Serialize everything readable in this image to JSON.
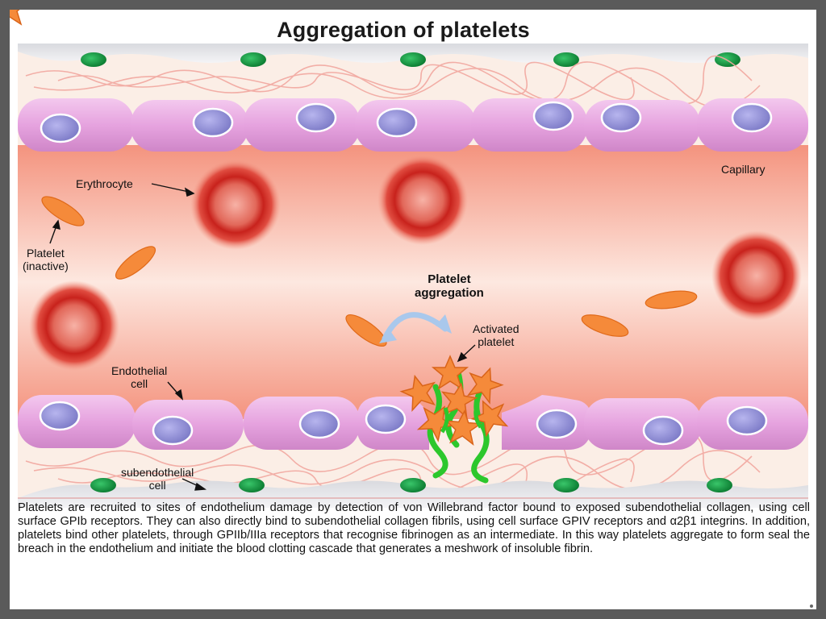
{
  "title": "Aggregation of platelets",
  "labels": {
    "capillary": "Capillary",
    "erythrocyte": "Erythrocyte",
    "platelet_inactive_1": "Platelet",
    "platelet_inactive_2": "(inactive)",
    "platelet_aggregation_1": "Platelet",
    "platelet_aggregation_2": "aggregation",
    "activated_platelet_1": "Activated",
    "activated_platelet_2": "platelet",
    "endothelial_cell_1": "Endothelial",
    "endothelial_cell_2": "cell",
    "subendothelial_cell_1": "subendothelial",
    "subendothelial_cell_2": "cell"
  },
  "caption": "Platelets are recruited to sites of endothelium damage by detection of von Willebrand factor bound to exposed subendothelial collagen, using cell surface GPIb receptors. They can also directly bind to subendothelial collagen fibrils, using cell surface GPIV receptors and α2β1 integrins. In addition, platelets bind other platelets, through GPIIb/IIIa receptors that recognise fibrinogen as an intermediate. In this way platelets aggregate to form seal the breach in the endothelium and initiate the blood clotting cascade that generates a meshwork of insoluble fibrin.",
  "colors": {
    "lumen": "#f49a86",
    "endothelial_cell": "#e8a6e0",
    "nucleus": "#8e8cd6",
    "erythrocyte": "#d2302a",
    "platelet": "#f58a3a",
    "subendothelial_nucleus": "#1aa34a",
    "fibrin": "#2cc72c",
    "arrow": "#9cc0e8"
  }
}
